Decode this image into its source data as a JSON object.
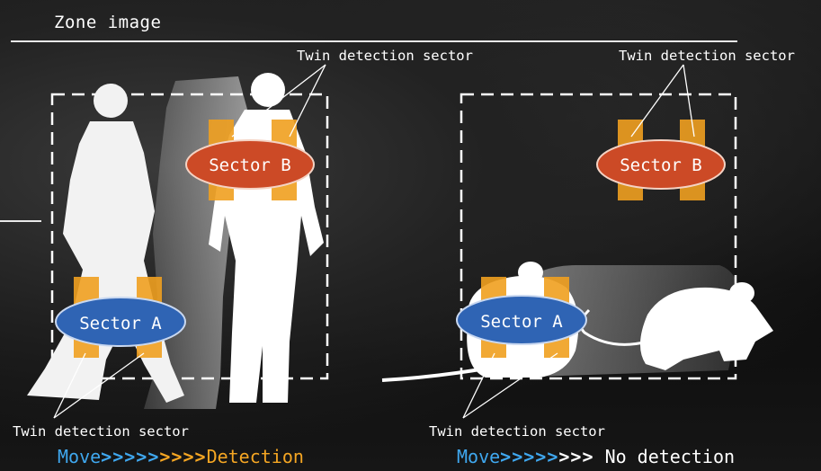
{
  "title": "Zone image",
  "twin_label": "Twin detection sector",
  "sector_a": "Sector A",
  "sector_b": "Sector B",
  "left": {
    "move": "Move",
    "arrows_blue": ">>>>>",
    "arrows_orange": ">>>>",
    "result": "Detection"
  },
  "right": {
    "move": "Move",
    "arrows_blue": ">>>>>",
    "arrows_white": ">>>",
    "result": "No detection"
  },
  "colors": {
    "sector_bar": "#f0a020",
    "sector_a_oval": "#2f64b4",
    "sector_b_oval": "#cc4a26",
    "accent_blue": "#3fa7ee",
    "accent_orange": "#f5a623"
  }
}
